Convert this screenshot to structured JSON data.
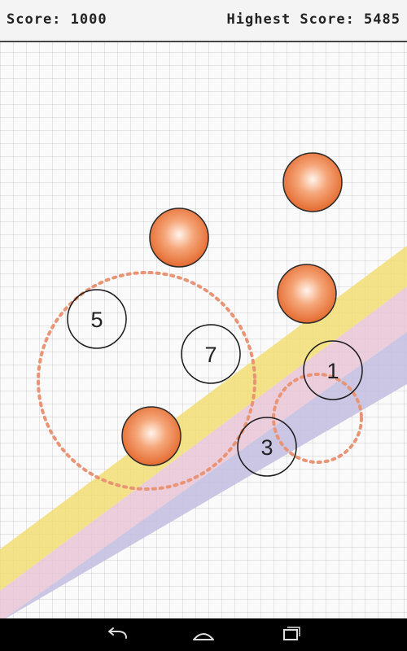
{
  "header": {
    "score_text": "Score: 1000",
    "highest_score_text": "Highest Score: 5485"
  },
  "colors": {
    "stripe_yellow": "#f2dd74",
    "stripe_pink": "#e8c4d6",
    "stripe_lavender": "#c5c0e0",
    "target_orange": "#e8733a",
    "dotted_ring": "#e99475"
  },
  "number_circles": [
    {
      "label": "5"
    },
    {
      "label": "7"
    },
    {
      "label": "1"
    },
    {
      "label": "3"
    }
  ],
  "nav": {
    "back_icon": "back-icon",
    "home_icon": "home-icon",
    "recent_icon": "recent-apps-icon"
  }
}
